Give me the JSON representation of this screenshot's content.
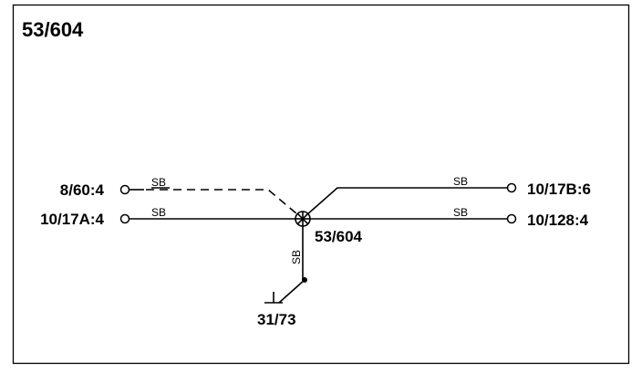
{
  "diagram": {
    "title": "53/604",
    "splice": "53/604",
    "ground": "31/73",
    "connectors": {
      "left_top": "8/60:4",
      "left_bottom": "10/17A:4",
      "right_top": "10/17B:6",
      "right_bottom": "10/128:4"
    },
    "wires": {
      "left_top": "SB",
      "left_bottom": "SB",
      "right_top": "SB",
      "right_bottom": "SB",
      "down": "SB"
    }
  }
}
